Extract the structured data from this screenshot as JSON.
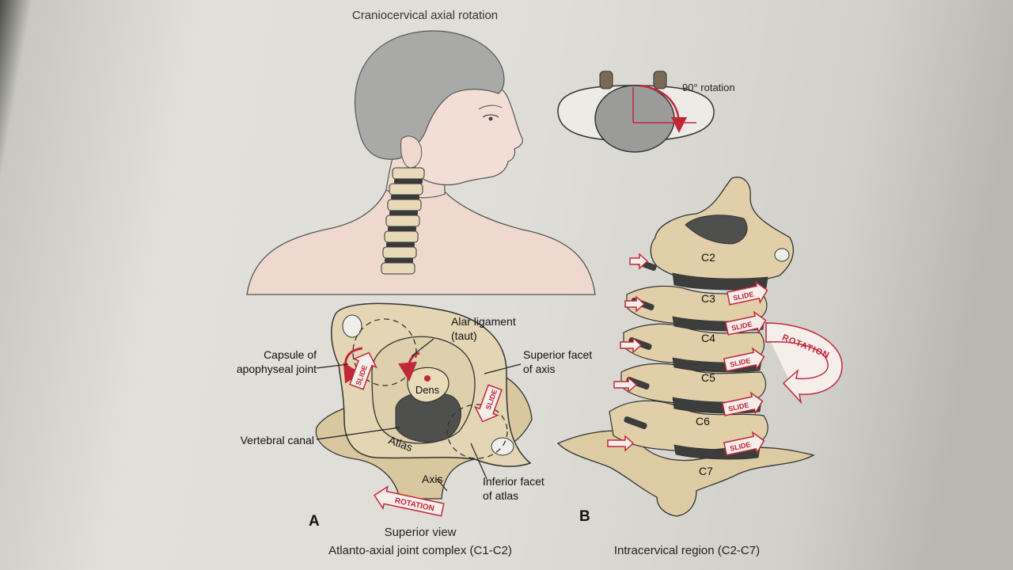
{
  "figure": {
    "title_top": "Craniocervical axial rotation",
    "rotation_90_label": "90° rotation",
    "panel_a": {
      "letter": "A",
      "caption_view": "Superior view",
      "caption_title": "Atlanto-axial joint complex (C1-C2)",
      "labels": {
        "alar_ligament": "Alar ligament",
        "alar_ligament_note": "(taut)",
        "capsule_line1": "Capsule of",
        "capsule_line2": "apophyseal joint",
        "superior_facet_line1": "Superior facet",
        "superior_facet_line2": "of axis",
        "dens": "Dens",
        "vertebral_canal": "Vertebral canal",
        "atlas": "Atlas",
        "axis": "Axis",
        "inferior_facet_line1": "Inferior facet",
        "inferior_facet_line2": "of atlas",
        "slide": "SLIDE",
        "rotation": "ROTATION"
      }
    },
    "panel_b": {
      "letter": "B",
      "caption_title": "Intracervical region (C2-C7)",
      "vertebrae": [
        "C2",
        "C3",
        "C4",
        "C5",
        "C6",
        "C7"
      ],
      "slide": "SLIDE",
      "rotation": "ROTATION"
    }
  }
}
